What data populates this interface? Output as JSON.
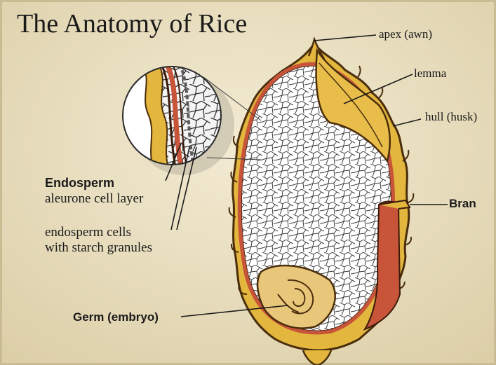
{
  "title": "The Anatomy of Rice",
  "labels": {
    "apex": "apex (awn)",
    "lemma": "lemma",
    "hull": "hull (husk)",
    "bran": "Bran",
    "endosperm_heading": "Endosperm",
    "aleurone": "aleurone cell layer",
    "endosperm_cells_line1": "endosperm cells",
    "endosperm_cells_line2": "with starch granules",
    "germ": "Germ (embryo)"
  },
  "colors": {
    "parchment": "#e9dfc4",
    "hull_gold": "#e3b63e",
    "hull_outline": "#4a2e0c",
    "bran_red": "#c8553a",
    "endosperm_white": "#ffffff",
    "cell_lines": "#3a3a3a",
    "germ_cream": "#e9c77a"
  }
}
